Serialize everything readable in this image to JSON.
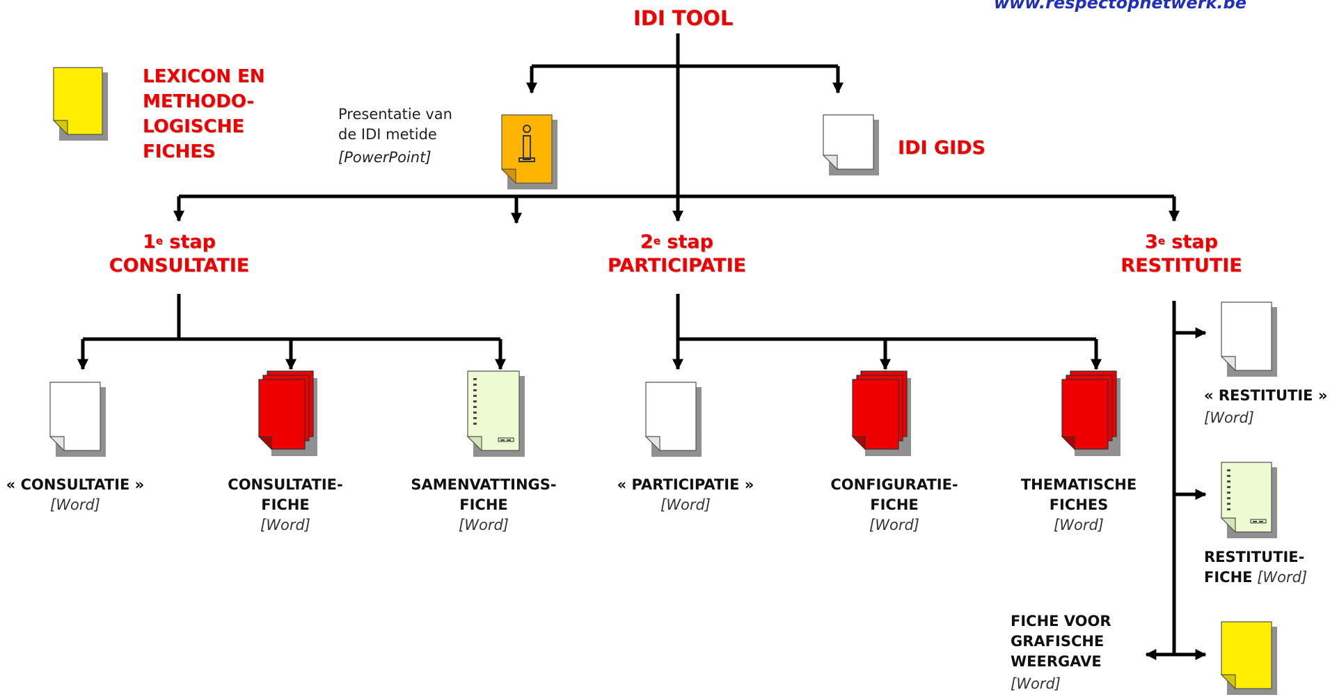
{
  "header": {
    "url": "www.respectophetwerk.be",
    "title": "IDI TOOL"
  },
  "top_row": {
    "lexicon": "LEXICON EN\nMETHODO-\nLOGISCHE\nFICHES",
    "presentatie_line1": "Presentatie van",
    "presentatie_line2": "de IDI metide",
    "presentatie_line3": "[PowerPoint]",
    "gids": "IDI GIDS"
  },
  "steps": [
    {
      "num": "1",
      "sup": "e",
      "word": "stap",
      "name": "CONSULTATIE"
    },
    {
      "num": "2",
      "sup": "e",
      "word": "stap",
      "name": "PARTICIPATIE"
    },
    {
      "num": "3",
      "sup": "e",
      "word": "stap",
      "name": "RESTITUTIE"
    }
  ],
  "documents": [
    {
      "l1": "« CONSULTATIE »",
      "l2": "",
      "fmt": "[Word]"
    },
    {
      "l1": "CONSULTATIE-",
      "l2": "FICHE",
      "fmt": "[Word]"
    },
    {
      "l1": "SAMENVATTINGS-",
      "l2": "FICHE",
      "fmt": "[Word]"
    },
    {
      "l1": "« PARTICIPATIE »",
      "l2": "",
      "fmt": "[Word]"
    },
    {
      "l1": "CONFIGURATIE-",
      "l2": "FICHE",
      "fmt": "[Word]"
    },
    {
      "l1": "THEMATISCHE",
      "l2": "FICHES",
      "fmt": "[Word]"
    }
  ],
  "restitutie_docs": {
    "doc1_l1": "« RESTITUTIE »",
    "doc1_fmt": "[Word]",
    "doc2_l1": "RESTITUTIE-",
    "doc2_l2": "FICHE",
    "doc2_fmt": "[Word]",
    "doc3_l1": "FICHE VOOR",
    "doc3_l2": "GRAFISCHE",
    "doc3_l3": "WEERGAVE",
    "doc3_fmt": "[Word]"
  },
  "colors": {
    "label_red": "#ee0000",
    "doc_yellow": "#ffee00",
    "doc_orange": "#ffb400",
    "doc_red": "#ee0000",
    "doc_green": "#eefad2",
    "url_blue": "#2030b8"
  },
  "icons": {
    "info": "info-icon",
    "document": "document-icon",
    "stacked_document": "stacked-document-icon",
    "form_document": "form-document-icon"
  }
}
